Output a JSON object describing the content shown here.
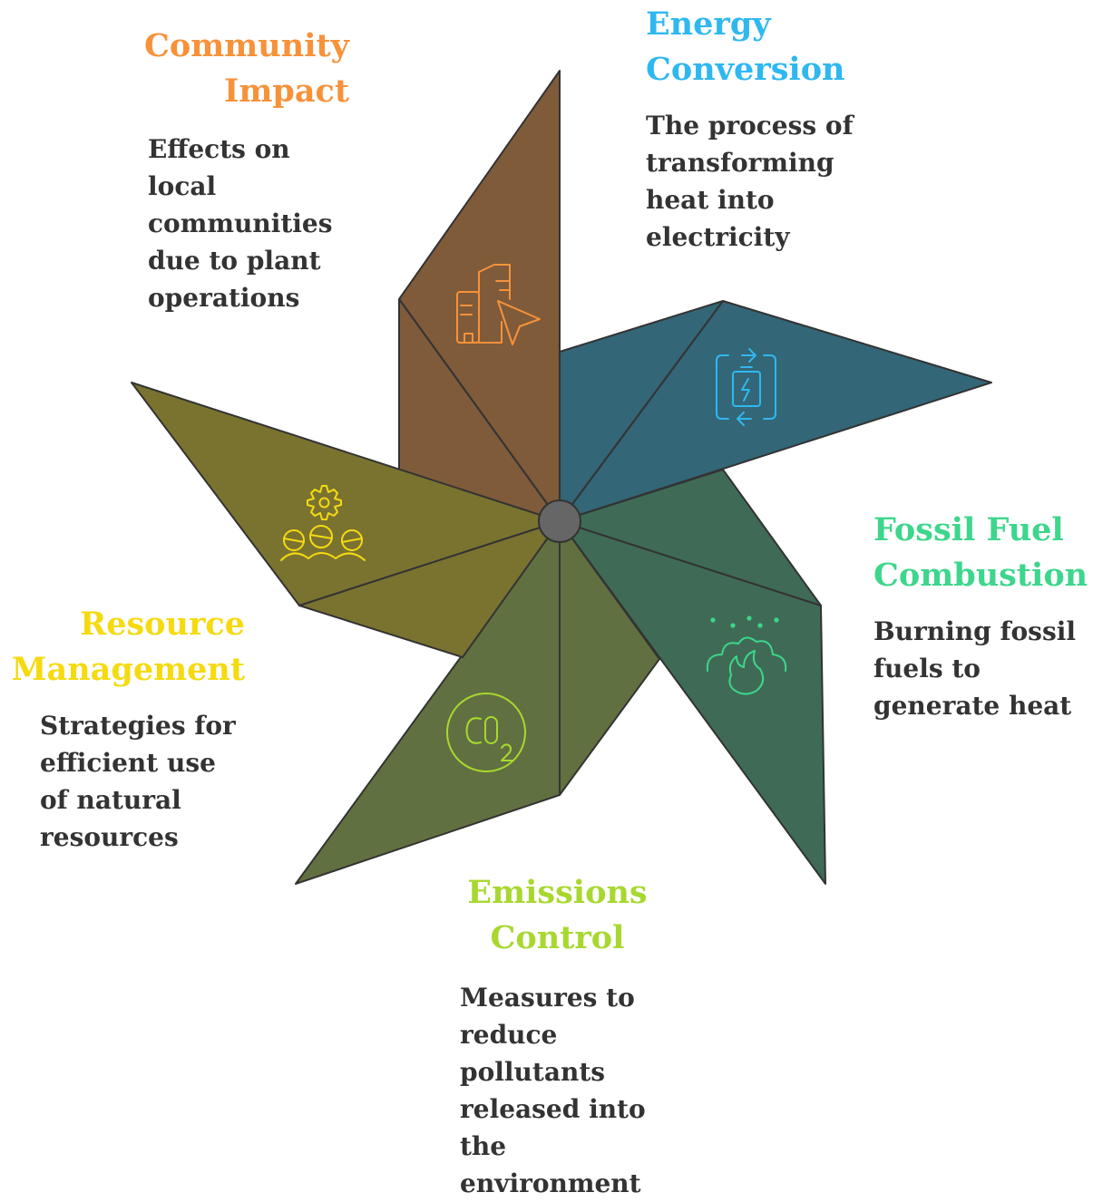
{
  "diagram": {
    "segments": [
      {
        "id": "community",
        "title_lines": [
          "Community",
          "Impact"
        ],
        "desc_lines": [
          "Effects on",
          "local",
          "communities",
          "due to plant",
          "operations"
        ],
        "color": "#F7923A",
        "fill": "#7F5B3A",
        "icon": "city-buildings-icon"
      },
      {
        "id": "energy",
        "title_lines": [
          "Energy",
          "Conversion"
        ],
        "desc_lines": [
          "The process of",
          "transforming",
          "heat into",
          "electricity"
        ],
        "color": "#2FB8F0",
        "fill": "#336677",
        "icon": "battery-cycle-icon"
      },
      {
        "id": "fossil",
        "title_lines": [
          "Fossil Fuel",
          "Combustion"
        ],
        "desc_lines": [
          "Burning fossil",
          "fuels to",
          "generate heat"
        ],
        "color": "#3DD68C",
        "fill": "#3F6B56",
        "icon": "fire-smoke-icon"
      },
      {
        "id": "emissions",
        "title_lines": [
          "Emissions",
          "Control"
        ],
        "desc_lines": [
          "Measures to",
          "reduce",
          "pollutants",
          "released into",
          "the",
          "environment"
        ],
        "color": "#A8D830",
        "fill": "#617040",
        "icon": "co2-icon"
      },
      {
        "id": "resource",
        "title_lines": [
          "Resource",
          "Management"
        ],
        "desc_lines": [
          "Strategies for",
          "efficient use",
          "of natural",
          "resources"
        ],
        "color": "#F5DA10",
        "fill": "#7A7330",
        "icon": "gear-people-icon"
      }
    ],
    "hub_color": "#666666",
    "desc_color": "#333333"
  }
}
